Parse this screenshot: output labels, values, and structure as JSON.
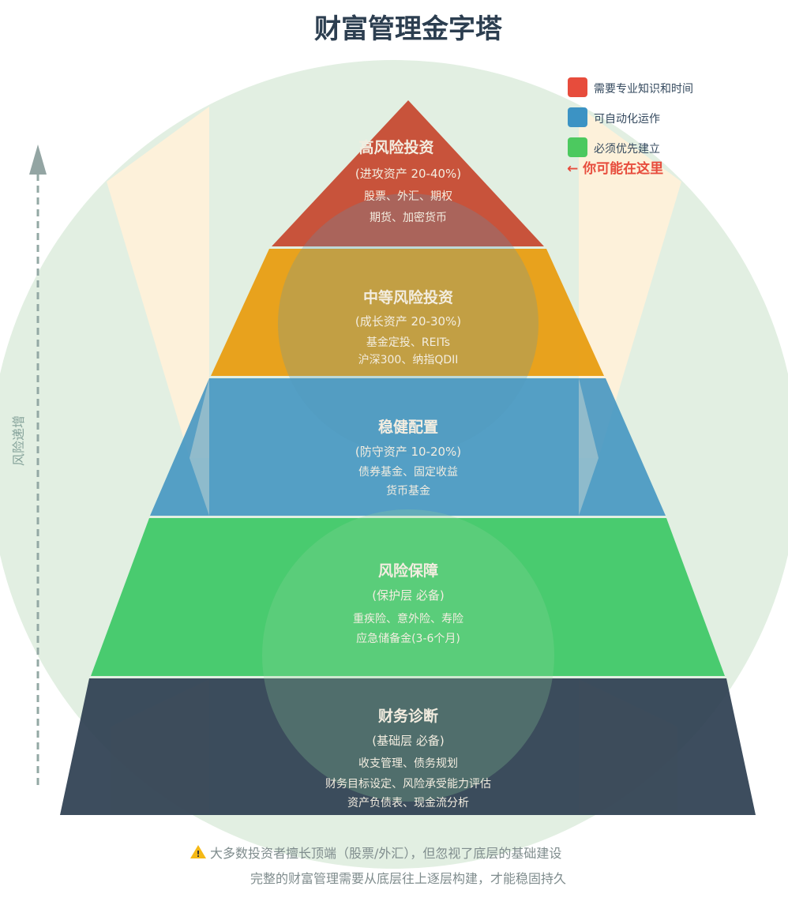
{
  "title": "财富管理金字塔",
  "colors": {
    "background_circle": "#e2efe2",
    "beam": "#fdf1da",
    "high_risk": "#c64a32",
    "medium_risk": "#e89d12",
    "stable": "#4f97bb",
    "protection": "#3ac15f",
    "diagnosis": "#2e4354",
    "accent_red": "#e74c3c"
  },
  "legend": [
    {
      "label": "需要专业知识和时间",
      "color": "#e74c3c"
    },
    {
      "label": "可自动化运作",
      "color": "#3c93c4"
    },
    {
      "label": "必须优先建立",
      "color": "#4cc95f"
    }
  ],
  "you_are_here": "← 你可能在这里",
  "axis_label": "风险递增",
  "layers": [
    {
      "title": "高风险投资",
      "subtitle": "(进攻资产 20-40%)",
      "lines": [
        "股票、外汇、期权",
        "期货、加密货币"
      ]
    },
    {
      "title": "中等风险投资",
      "subtitle": "(成长资产 20-30%)",
      "lines": [
        "基金定投、REITs",
        "沪深300、纳指QDII"
      ]
    },
    {
      "title": "稳健配置",
      "subtitle": "(防守资产 10-20%)",
      "lines": [
        "债券基金、固定收益",
        "货币基金"
      ]
    },
    {
      "title": "风险保障",
      "subtitle": "(保护层 必备)",
      "lines": [
        "重疾险、意外险、寿险",
        "应急储备金(3-6个月)"
      ]
    },
    {
      "title": "财务诊断",
      "subtitle": "(基础层 必备)",
      "lines": [
        "收支管理、债务规划",
        "财务目标设定、风险承受能力评估",
        "资产负债表、现金流分析"
      ]
    }
  ],
  "footer": {
    "warning_icon": "warning-icon",
    "line1": "大多数投资者擅长顶端（股票/外汇），但忽视了底层的基础建设",
    "line2": "完整的财富管理需要从底层往上逐层构建，才能稳固持久"
  }
}
